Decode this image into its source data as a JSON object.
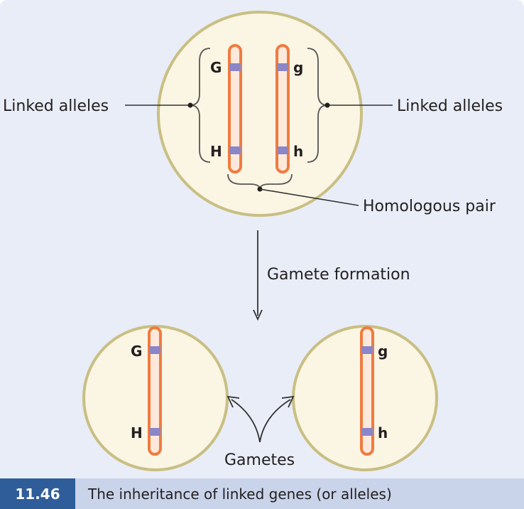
{
  "labels": {
    "linked_left": "Linked alleles",
    "linked_right": "Linked alleles",
    "homologous_pair": "Homologous pair",
    "gamete_formation": "Gamete formation",
    "gametes": "Gametes"
  },
  "alleles": {
    "top_left_upper": "G",
    "top_left_lower": "H",
    "top_right_upper": "g",
    "top_right_lower": "h",
    "gamete_left_upper": "G",
    "gamete_left_lower": "H",
    "gamete_right_upper": "g",
    "gamete_right_lower": "h"
  },
  "caption": {
    "number": "11.46",
    "title": "The inheritance of linked genes (or alleles)"
  },
  "colors": {
    "background": "#e9edf7",
    "cell_fill": "#fbf5e4",
    "cell_border": "#c9bf83",
    "chromosome": "#f07b3f",
    "chromosome_inner": "#fde9dc",
    "allele_band": "#8a86c7",
    "caption_bar": "#c9d4ea",
    "caption_number_bg": "#2f5d9a"
  }
}
